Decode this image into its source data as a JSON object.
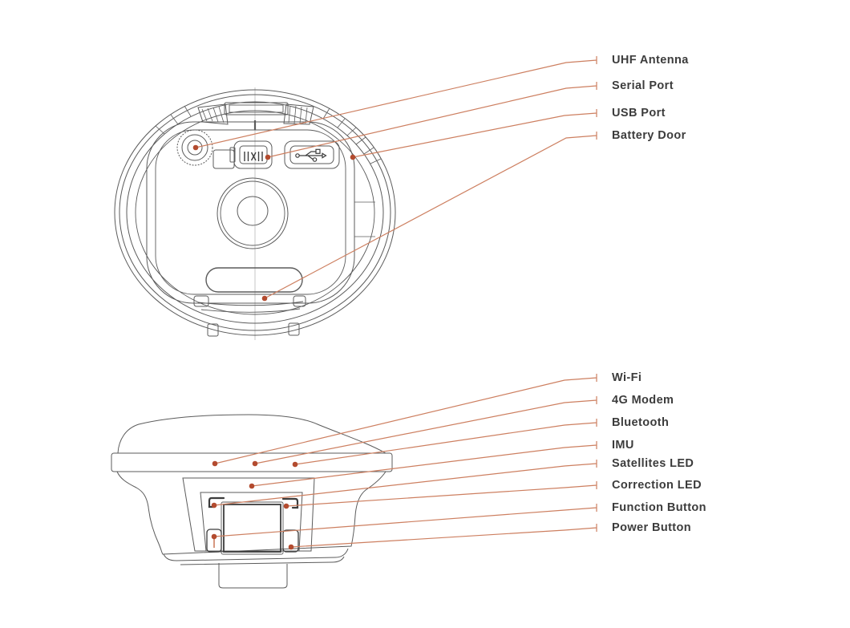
{
  "colors": {
    "background": "#ffffff",
    "leader_line": "#cd7f60",
    "leader_dot": "#b34b2f",
    "artwork_line": "#5b5b5b",
    "artwork_bold": "#3c3c3c",
    "label_text": "#3c3c3c"
  },
  "bottom_view": {
    "callouts": [
      {
        "id": "uhf-antenna",
        "label": "UHF Antenna"
      },
      {
        "id": "serial-port",
        "label": "Serial Port"
      },
      {
        "id": "usb-port",
        "label": "USB Port"
      },
      {
        "id": "battery-door",
        "label": "Battery Door"
      }
    ]
  },
  "side_view": {
    "callouts": [
      {
        "id": "wifi",
        "label": "Wi-Fi"
      },
      {
        "id": "4g-modem",
        "label": "4G Modem"
      },
      {
        "id": "bluetooth",
        "label": "Bluetooth"
      },
      {
        "id": "imu",
        "label": "IMU"
      },
      {
        "id": "satellites-led",
        "label": "Satellites LED"
      },
      {
        "id": "correction-led",
        "label": "Correction LED"
      },
      {
        "id": "function-button",
        "label": "Function Button"
      },
      {
        "id": "power-button",
        "label": "Power Button"
      }
    ]
  }
}
